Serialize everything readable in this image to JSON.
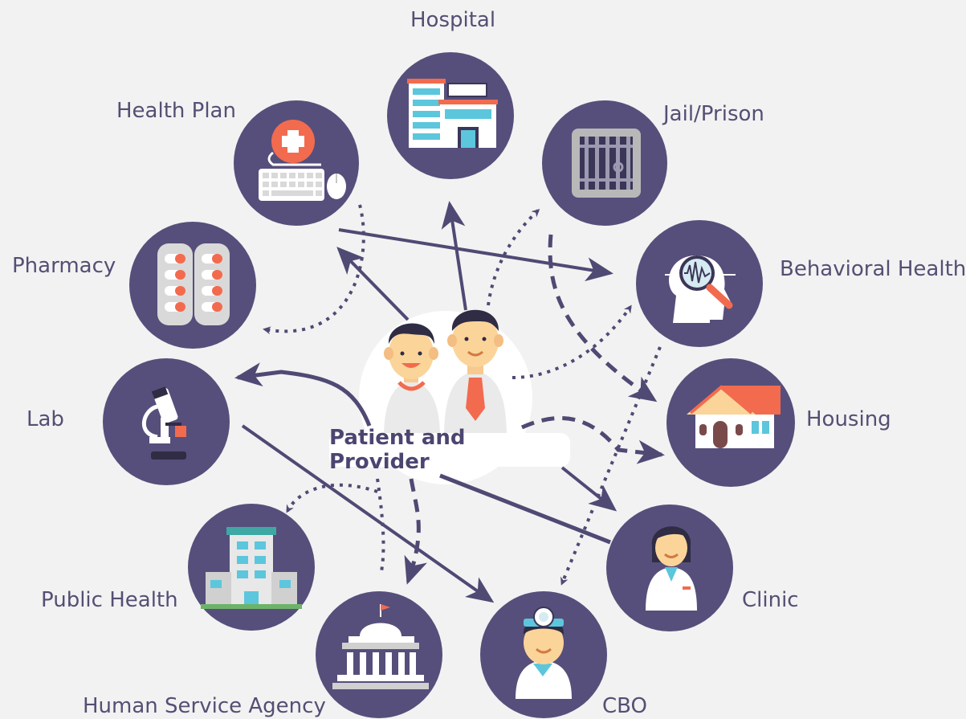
{
  "diagram": {
    "center_label": "Patient and Provider",
    "nodes": [
      {
        "id": "hospital",
        "label": "Hospital",
        "icon": "hospital-icon"
      },
      {
        "id": "health-plan",
        "label": "Health Plan",
        "icon": "computer-health-plan-icon"
      },
      {
        "id": "jail-prison",
        "label": "Jail/Prison",
        "icon": "jail-bars-icon"
      },
      {
        "id": "pharmacy",
        "label": "Pharmacy",
        "icon": "pill-blister-icon"
      },
      {
        "id": "behavioral-health",
        "label": "Behavioral Health",
        "icon": "head-magnifier-icon"
      },
      {
        "id": "lab",
        "label": "Lab",
        "icon": "microscope-icon"
      },
      {
        "id": "housing",
        "label": "Housing",
        "icon": "house-icon"
      },
      {
        "id": "public-health",
        "label": "Public Health",
        "icon": "building-icon"
      },
      {
        "id": "clinic",
        "label": "Clinic",
        "icon": "doctor-woman-icon"
      },
      {
        "id": "human-service-agency",
        "label": "Human Service Agency",
        "icon": "capitol-icon"
      },
      {
        "id": "cbo",
        "label": "CBO",
        "icon": "doctor-headlamp-icon"
      }
    ]
  },
  "colors": {
    "background": "#f2f2f2",
    "node_circle": "#564f7b",
    "arrow": "#4f4a74",
    "label_text": "#544f74",
    "accent_orange": "#f26b4f"
  }
}
